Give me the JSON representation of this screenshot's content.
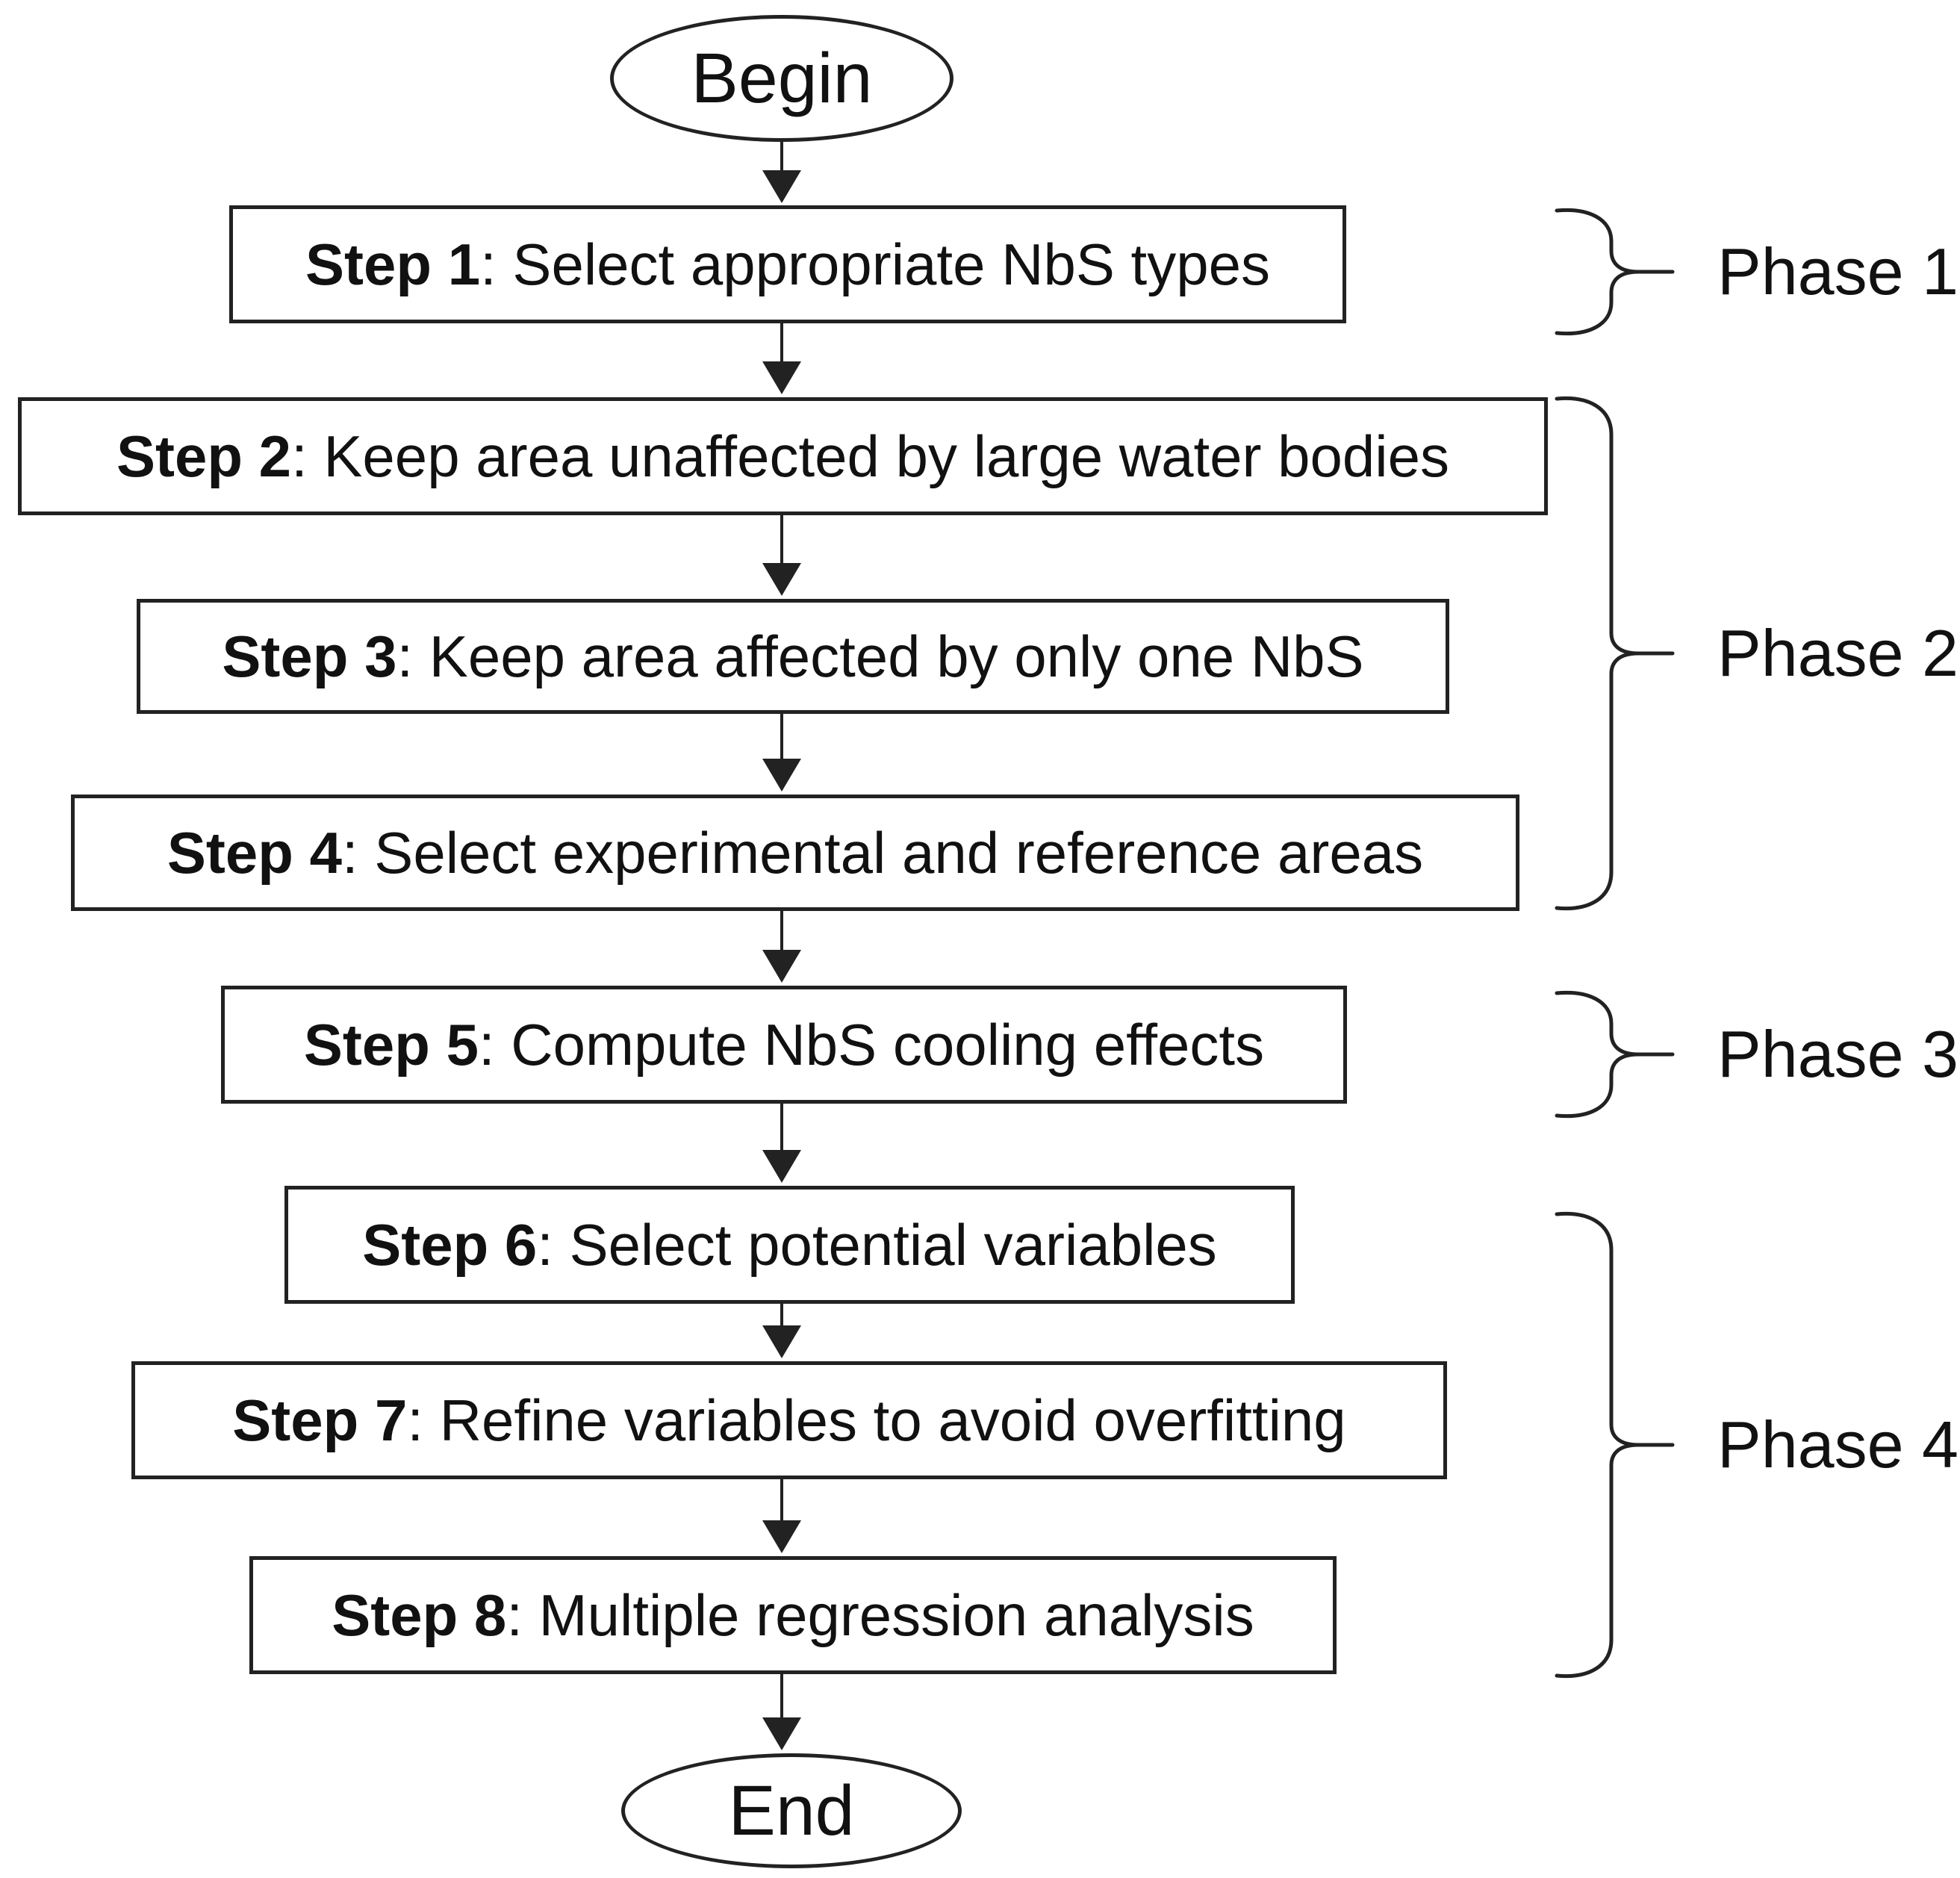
{
  "flowchart": {
    "start_label": "Begin",
    "end_label": "End",
    "steps": [
      {
        "prefix": "Step 1",
        "text": ": Select appropriate NbS types"
      },
      {
        "prefix": "Step 2",
        "text": ": Keep area unaffected by large water bodies"
      },
      {
        "prefix": "Step 3",
        "text": ": Keep area affected by only one NbS"
      },
      {
        "prefix": "Step 4",
        "text": ": Select experimental and reference areas"
      },
      {
        "prefix": "Step 5",
        "text": ": Compute NbS cooling effects"
      },
      {
        "prefix": "Step 6",
        "text": ": Select potential variables"
      },
      {
        "prefix": "Step 7",
        "text": ": Refine variables to avoid overfitting"
      },
      {
        "prefix": "Step 8",
        "text": ": Multiple regression analysis"
      }
    ],
    "phases": [
      {
        "label": "Phase 1",
        "covers": "Step 1"
      },
      {
        "label": "Phase 2",
        "covers": "Steps 2-4"
      },
      {
        "label": "Phase 3",
        "covers": "Step 5"
      },
      {
        "label": "Phase 4",
        "covers": "Steps 6-8"
      }
    ],
    "colors": {
      "line": "#222222",
      "text": "#111111",
      "background": "#ffffff"
    }
  }
}
